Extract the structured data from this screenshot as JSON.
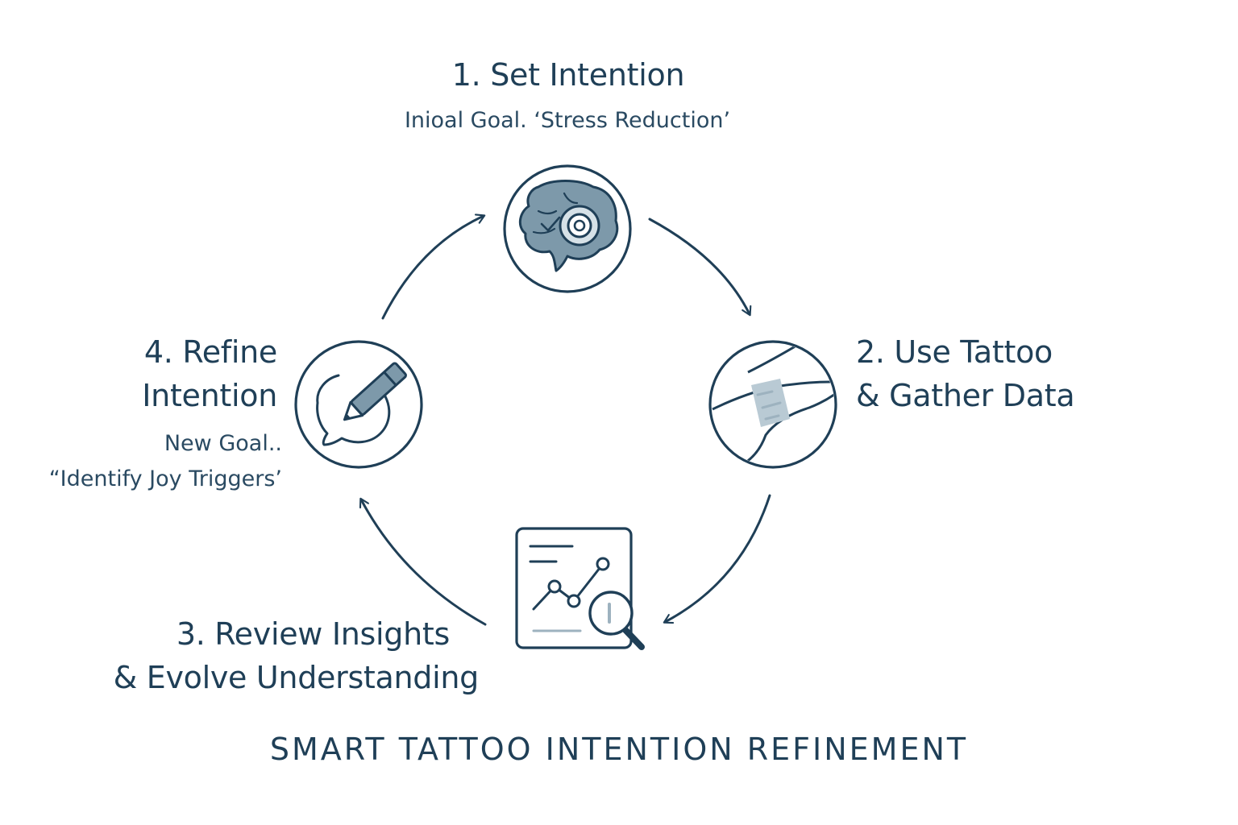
{
  "diagram": {
    "footer_title": "SMART TATTOO INTENTION REFINEMENT",
    "steps": [
      {
        "title_lines": [
          "1. Set Intention"
        ],
        "subtitle_lines": [
          "Inioal Goal. ‘Stress Reduction’"
        ],
        "icon": "brain-target-icon"
      },
      {
        "title_lines": [
          "2. Use Tattoo",
          "& Gather Data"
        ],
        "subtitle_lines": [],
        "icon": "wrist-tattoo-icon"
      },
      {
        "title_lines": [
          "3. Review Insights",
          "& Evolve Understanding"
        ],
        "subtitle_lines": [],
        "icon": "chart-magnifier-icon"
      },
      {
        "title_lines": [
          "4. Refine",
          "Intention"
        ],
        "subtitle_lines": [
          "New Goal..",
          "“Identify Joy Triggers’"
        ],
        "icon": "pencil-bubble-icon"
      }
    ],
    "colors": {
      "stroke": "#1f3f57",
      "fill": "#7d99aa",
      "fill_light": "#b9cad4",
      "background": "#ffffff"
    }
  }
}
